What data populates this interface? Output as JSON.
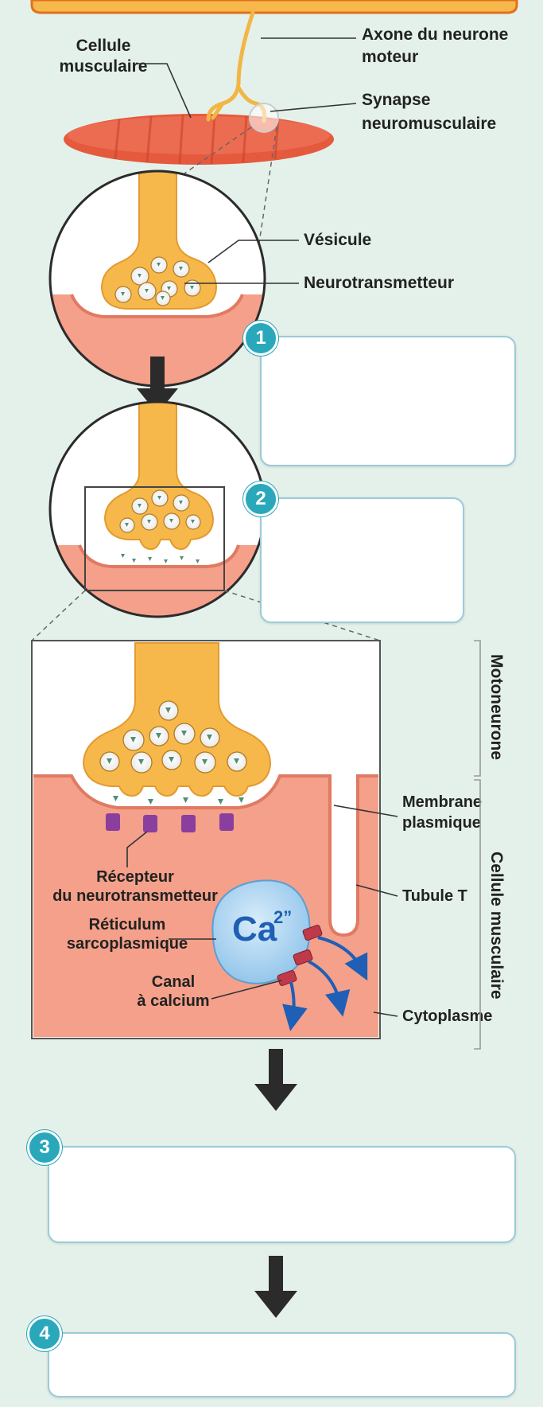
{
  "labels": {
    "muscle_cell": [
      "Cellule",
      "musculaire"
    ],
    "motor_axon": [
      "Axone du neurone",
      "moteur"
    ],
    "synapse": [
      "Synapse",
      "neuromusculaire"
    ],
    "vesicle": "Vésicule",
    "neurotransmitter": "Neurotransmetteur",
    "receptor": [
      "Récepteur",
      "du neurotransmetteur"
    ],
    "reticulum": [
      "Réticulum",
      "sarcoplasmique"
    ],
    "channel": [
      "Canal",
      "à calcium"
    ],
    "calcium": "Ca",
    "calcium_charge": "2”",
    "membrane": [
      "Membrane",
      "plasmique"
    ],
    "t_tubule": "Tubule T",
    "cytoplasm": "Cytoplasme",
    "motoneuron_bracket": "Motoneurone",
    "muscle_cell_bracket": "Cellule musculaire"
  },
  "steps": [
    {
      "number": "1",
      "answer": ""
    },
    {
      "number": "2",
      "answer": ""
    },
    {
      "number": "3",
      "answer": ""
    },
    {
      "number": "4",
      "answer": ""
    }
  ],
  "colors": {
    "background_panel": "#e4f1ea",
    "neuron": "#f7b84b",
    "muscle": "#f4a08a",
    "reticulum": "#a9d3ef",
    "receptor": "#8a3f9e",
    "channel": "#c0394a",
    "arrow": "#2b2b2b",
    "calcium_arrow": "#1f5fb5",
    "step_badge": "#2aa8bb"
  }
}
